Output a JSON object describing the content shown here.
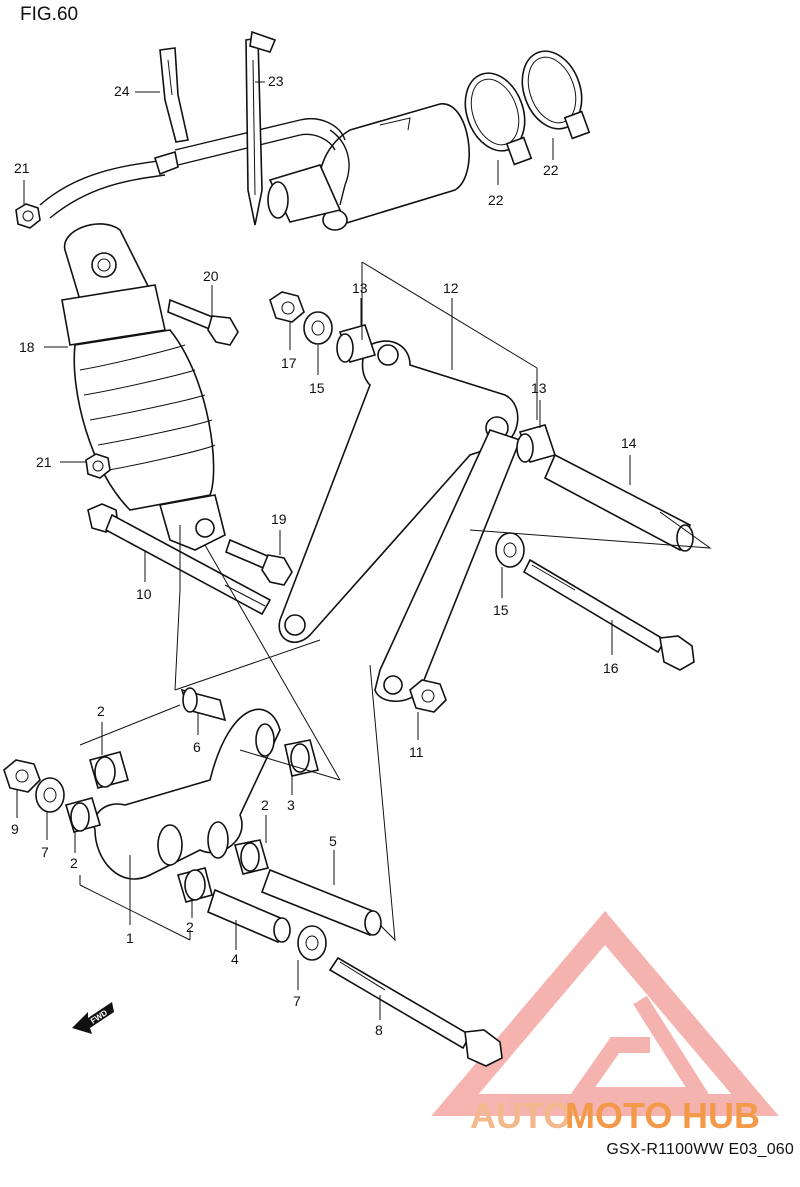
{
  "figure": {
    "title": "FIG.60",
    "footer_code": "GSX-R1100WW  E03_060",
    "fwd_label": "FWD"
  },
  "watermark": {
    "part1": "AUTO",
    "part2": "MOTO",
    "part3": "HUB",
    "colors": {
      "auto": "#f3b98d",
      "moto": "#f39a4a",
      "hub": "#f39a4a",
      "logo": "#f4a6a2"
    }
  },
  "callouts": [
    {
      "id": "c24",
      "label": "24"
    },
    {
      "id": "c23",
      "label": "23"
    },
    {
      "id": "c22a",
      "label": "22"
    },
    {
      "id": "c22b",
      "label": "22"
    },
    {
      "id": "c21a",
      "label": "21"
    },
    {
      "id": "c20",
      "label": "20"
    },
    {
      "id": "c13a",
      "label": "13"
    },
    {
      "id": "c12",
      "label": "12"
    },
    {
      "id": "c17",
      "label": "17"
    },
    {
      "id": "c15a",
      "label": "15"
    },
    {
      "id": "c18",
      "label": "18"
    },
    {
      "id": "c13b",
      "label": "13"
    },
    {
      "id": "c14",
      "label": "14"
    },
    {
      "id": "c21b",
      "label": "21"
    },
    {
      "id": "c19",
      "label": "19"
    },
    {
      "id": "c10",
      "label": "10"
    },
    {
      "id": "c15b",
      "label": "15"
    },
    {
      "id": "c16",
      "label": "16"
    },
    {
      "id": "c11",
      "label": "11"
    },
    {
      "id": "c2a",
      "label": "2"
    },
    {
      "id": "c6",
      "label": "6"
    },
    {
      "id": "c3",
      "label": "3"
    },
    {
      "id": "c2b",
      "label": "2"
    },
    {
      "id": "c9",
      "label": "9"
    },
    {
      "id": "c7a",
      "label": "7"
    },
    {
      "id": "c2c",
      "label": "2"
    },
    {
      "id": "c5",
      "label": "5"
    },
    {
      "id": "c2d",
      "label": "2"
    },
    {
      "id": "c1",
      "label": "1"
    },
    {
      "id": "c2e",
      "label": "2"
    },
    {
      "id": "c4",
      "label": "4"
    },
    {
      "id": "c7b",
      "label": "7"
    },
    {
      "id": "c8",
      "label": "8"
    }
  ]
}
